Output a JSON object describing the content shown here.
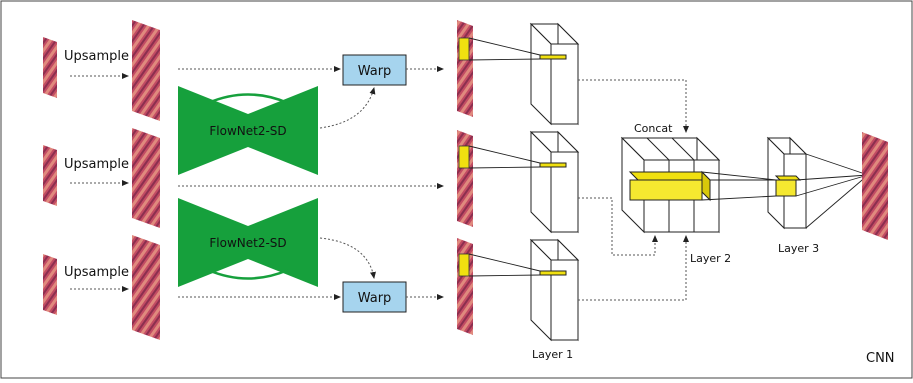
{
  "labels": {
    "upsample": "Upsample",
    "warp": "Warp",
    "flownet": "FlowNet2-SD",
    "concat": "Concat",
    "layer1": "Layer 1",
    "layer2": "Layer 2",
    "layer3": "Layer 3",
    "cnn": "CNN"
  },
  "colors": {
    "flownet_green": "#16a03c",
    "warp_box": "#a6d4ee",
    "kernel_yellow": "#f0e010",
    "image_texture": "#c0465a",
    "line": "#222222",
    "dotted": "#555555"
  }
}
